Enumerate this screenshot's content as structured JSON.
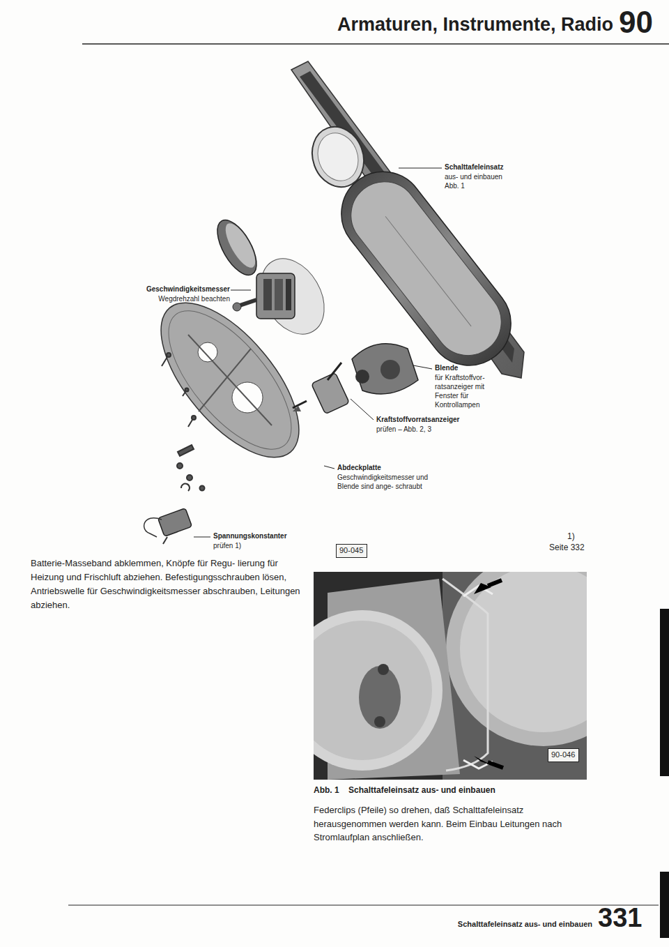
{
  "diagram": {
    "title": "Armaturen, Instrumente, Radio",
    "nodes": [
      {
        "text": [
          "90-045"
        ]
      },
      {
        "text": [
          "90-046"
        ]
      }
    ],
    "labels": [
      "90",
      "Schalttafeleinsatz",
      "aus- und einbauen Abb. 1",
      "Geschwindigkeitsmesser",
      "Wegdrehzahl beachten",
      "Blende",
      "für Kraftstoffvor- ratsanzeiger mit Fenster für Kontrollampen",
      "Kraftstoffvorratsanzeiger",
      "prüfen – Abb. 2, 3",
      "Abdeckplatte",
      "Geschwindigkeitsmesser und Blende sind ange- schraubt",
      "Spannungskonstanter",
      "prüfen 1)",
      "1)",
      "Seite 332",
      "Batterie-Masseband abklemmen, Knöpfe für Regu- lierung für Heizung und Frischluft abziehen. Befestigungsschrauben lösen, Antriebswelle für Geschwindigkeitsmesser abschrauben, Leitungen abziehen.",
      "Abb. 1",
      "Schalttafeleinsatz aus- und einbauen",
      "Federclips (Pfeile) so drehen, daß Schalttafeleinsatz herausgenommen werden kann. Beim Einbau Leitungen nach Stromlaufplan anschließen.",
      "Schalttafeleinsatz aus- und einbauen",
      "331"
    ]
  }
}
